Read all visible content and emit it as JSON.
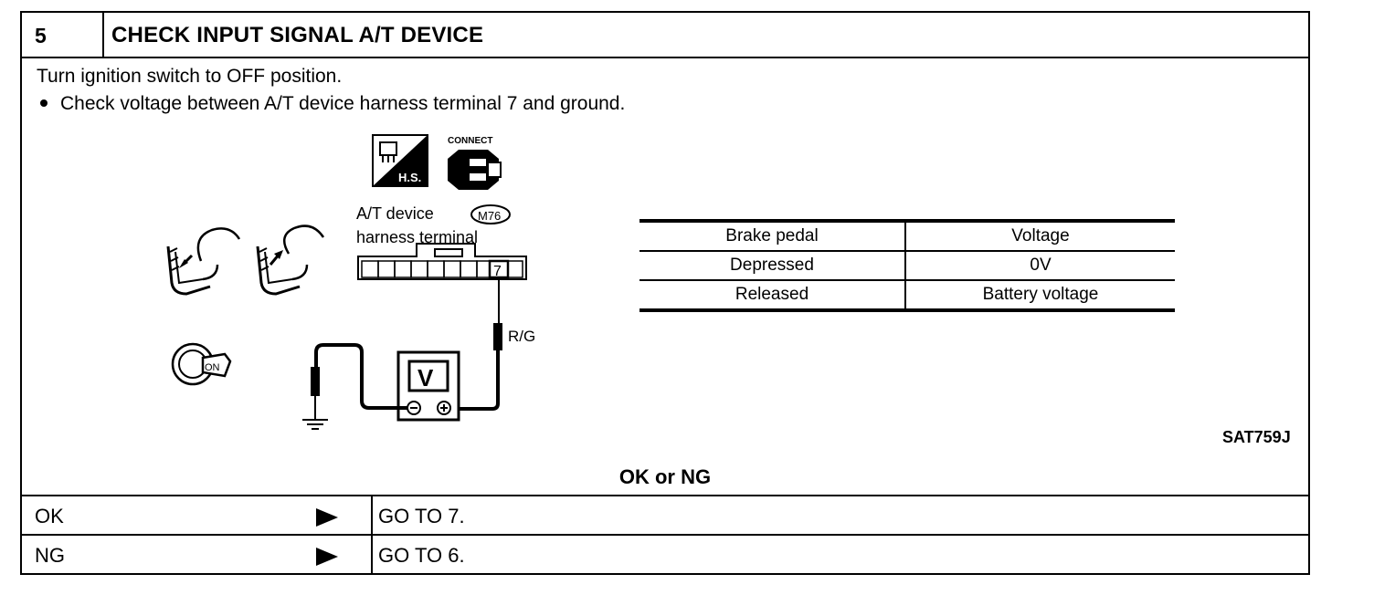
{
  "header": {
    "step_number": "5",
    "title": "CHECK INPUT SIGNAL A/T DEVICE"
  },
  "instructions": {
    "line1": "Turn ignition switch to OFF position.",
    "bullet1": "Check voltage between A/T device harness terminal 7 and ground."
  },
  "diagram": {
    "connect_label": "CONNECT",
    "hs_label": "H.S.",
    "device_label": "A/T device",
    "connector_code": "M76",
    "harness_label": "harness terminal",
    "terminal_number": "7",
    "wire_color": "R/G",
    "meter_label": "V",
    "ignition_label": "ON",
    "figure_code": "SAT759J"
  },
  "spec_table": {
    "headers": [
      "Brake pedal",
      "Voltage"
    ],
    "rows": [
      [
        "Depressed",
        "0V"
      ],
      [
        "Released",
        "Battery voltage"
      ]
    ]
  },
  "result": {
    "question": "OK or NG",
    "rows": [
      {
        "result": "OK",
        "action": "GO TO 7."
      },
      {
        "result": "NG",
        "action": "GO TO 6."
      }
    ]
  }
}
